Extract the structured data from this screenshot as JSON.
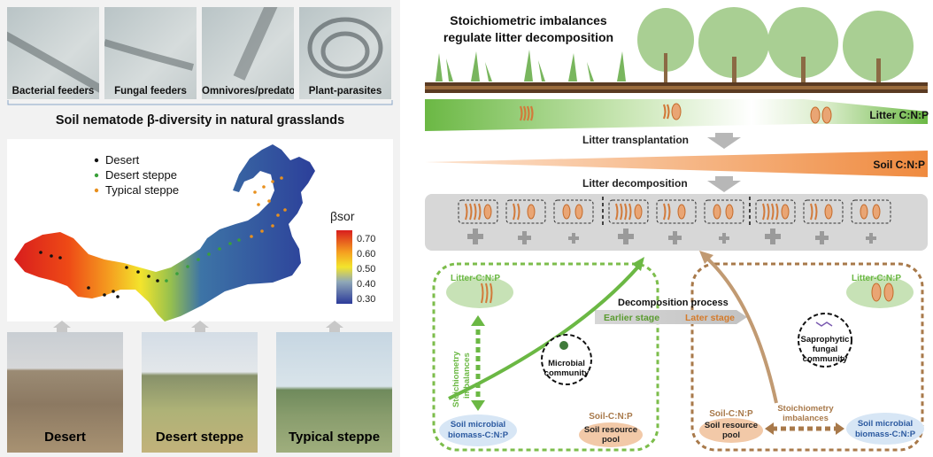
{
  "nematodes": {
    "bacterial": "Bacterial feeders",
    "fungal": "Fungal feeders",
    "omnivores": "Omnivores/predators",
    "plant": "Plant-parasites"
  },
  "left_title": "Soil nematode β-diversity in natural grasslands",
  "map": {
    "legend": [
      "Desert",
      "Desert steppe",
      "Typical steppe"
    ],
    "legend_colors": [
      "#111111",
      "#3aa03a",
      "#e8901e"
    ],
    "colorbar_title": "βsor",
    "colorbar_ticks": [
      "0.70",
      "0.60",
      "0.50",
      "0.40",
      "0.30"
    ]
  },
  "photos": {
    "desert": "Desert",
    "desert_steppe": "Desert steppe",
    "typical_steppe": "Typical steppe"
  },
  "right": {
    "title_line1": "Stoichiometric imbalances",
    "title_line2": "regulate litter decomposition",
    "litter_cnp": "Litter C:N:P",
    "litter_transplantation": "Litter transplantation",
    "soil_cnp": "Soil C:N:P",
    "litter_decomposition": "Litter decomposition",
    "decomposition_process": "Decomposition process",
    "earlier_stage": "Earlier stage",
    "later_stage": "Later stage",
    "left_box": {
      "litter": "Litter-C:N:P",
      "stoich1": "Stoichiometry",
      "stoich2": "imbalances",
      "microbial1": "Microbial",
      "microbial2": "community",
      "biomass1": "Soil microbial",
      "biomass2": "biomass-C:N:P",
      "soil_cnp": "Soil-C:N:P",
      "pool1": "Soil resource",
      "pool2": "pool"
    },
    "right_box": {
      "litter": "Litter-C:N:P",
      "fungal1": "Saprophytic",
      "fungal2": "fungal",
      "fungal3": "community",
      "soil_cnp": "Soil-C:N:P",
      "pool1": "Soil resource",
      "pool2": "pool",
      "stoich1": "Stoichiometry",
      "stoich2": "imbalances",
      "biomass1": "Soil microbial",
      "biomass2": "biomass-C:N:P"
    }
  }
}
